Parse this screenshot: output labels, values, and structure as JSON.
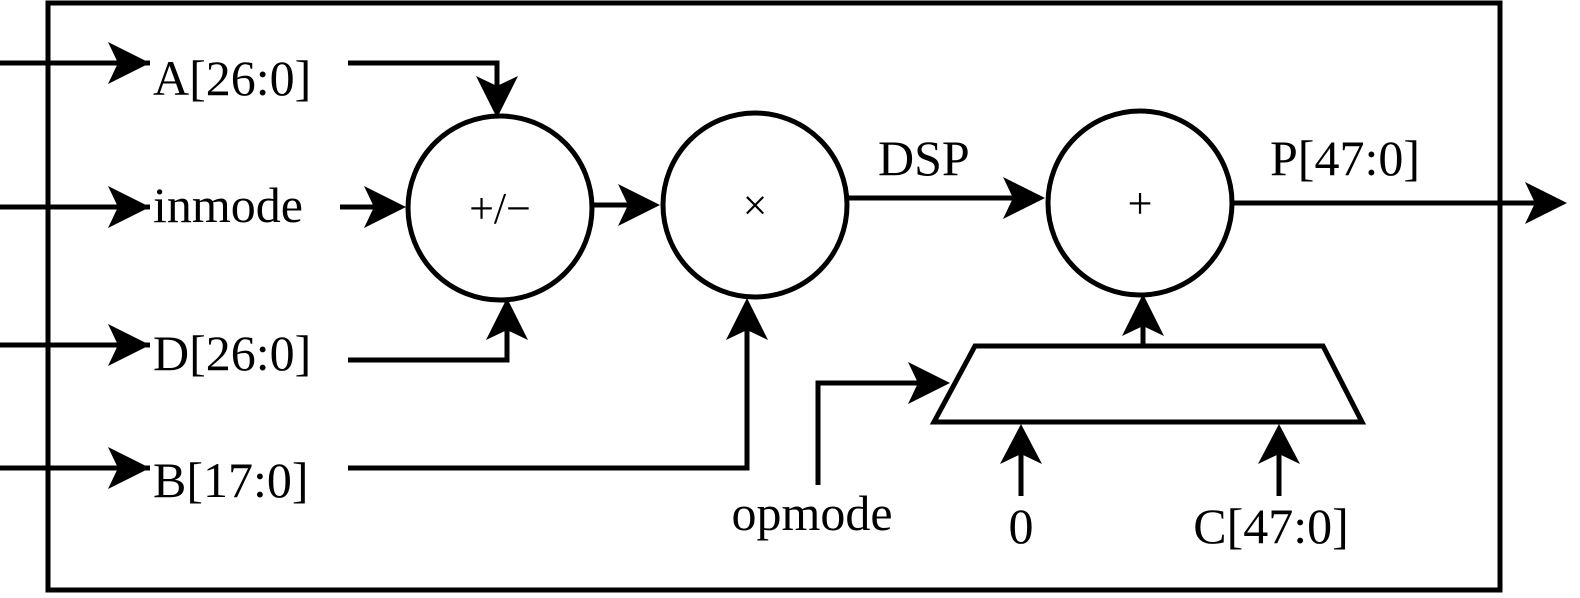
{
  "diagram": {
    "inputs": {
      "a": "A[26:0]",
      "inmode": "inmode",
      "d": "D[26:0]",
      "b": "B[17:0]"
    },
    "operators": {
      "addsub": "+/−",
      "multiply": "×",
      "add": "+"
    },
    "signals": {
      "dsp": "DSP",
      "p_out": "P[47:0]",
      "opmode": "opmode",
      "zero": "0",
      "c_in": "C[47:0]"
    }
  }
}
